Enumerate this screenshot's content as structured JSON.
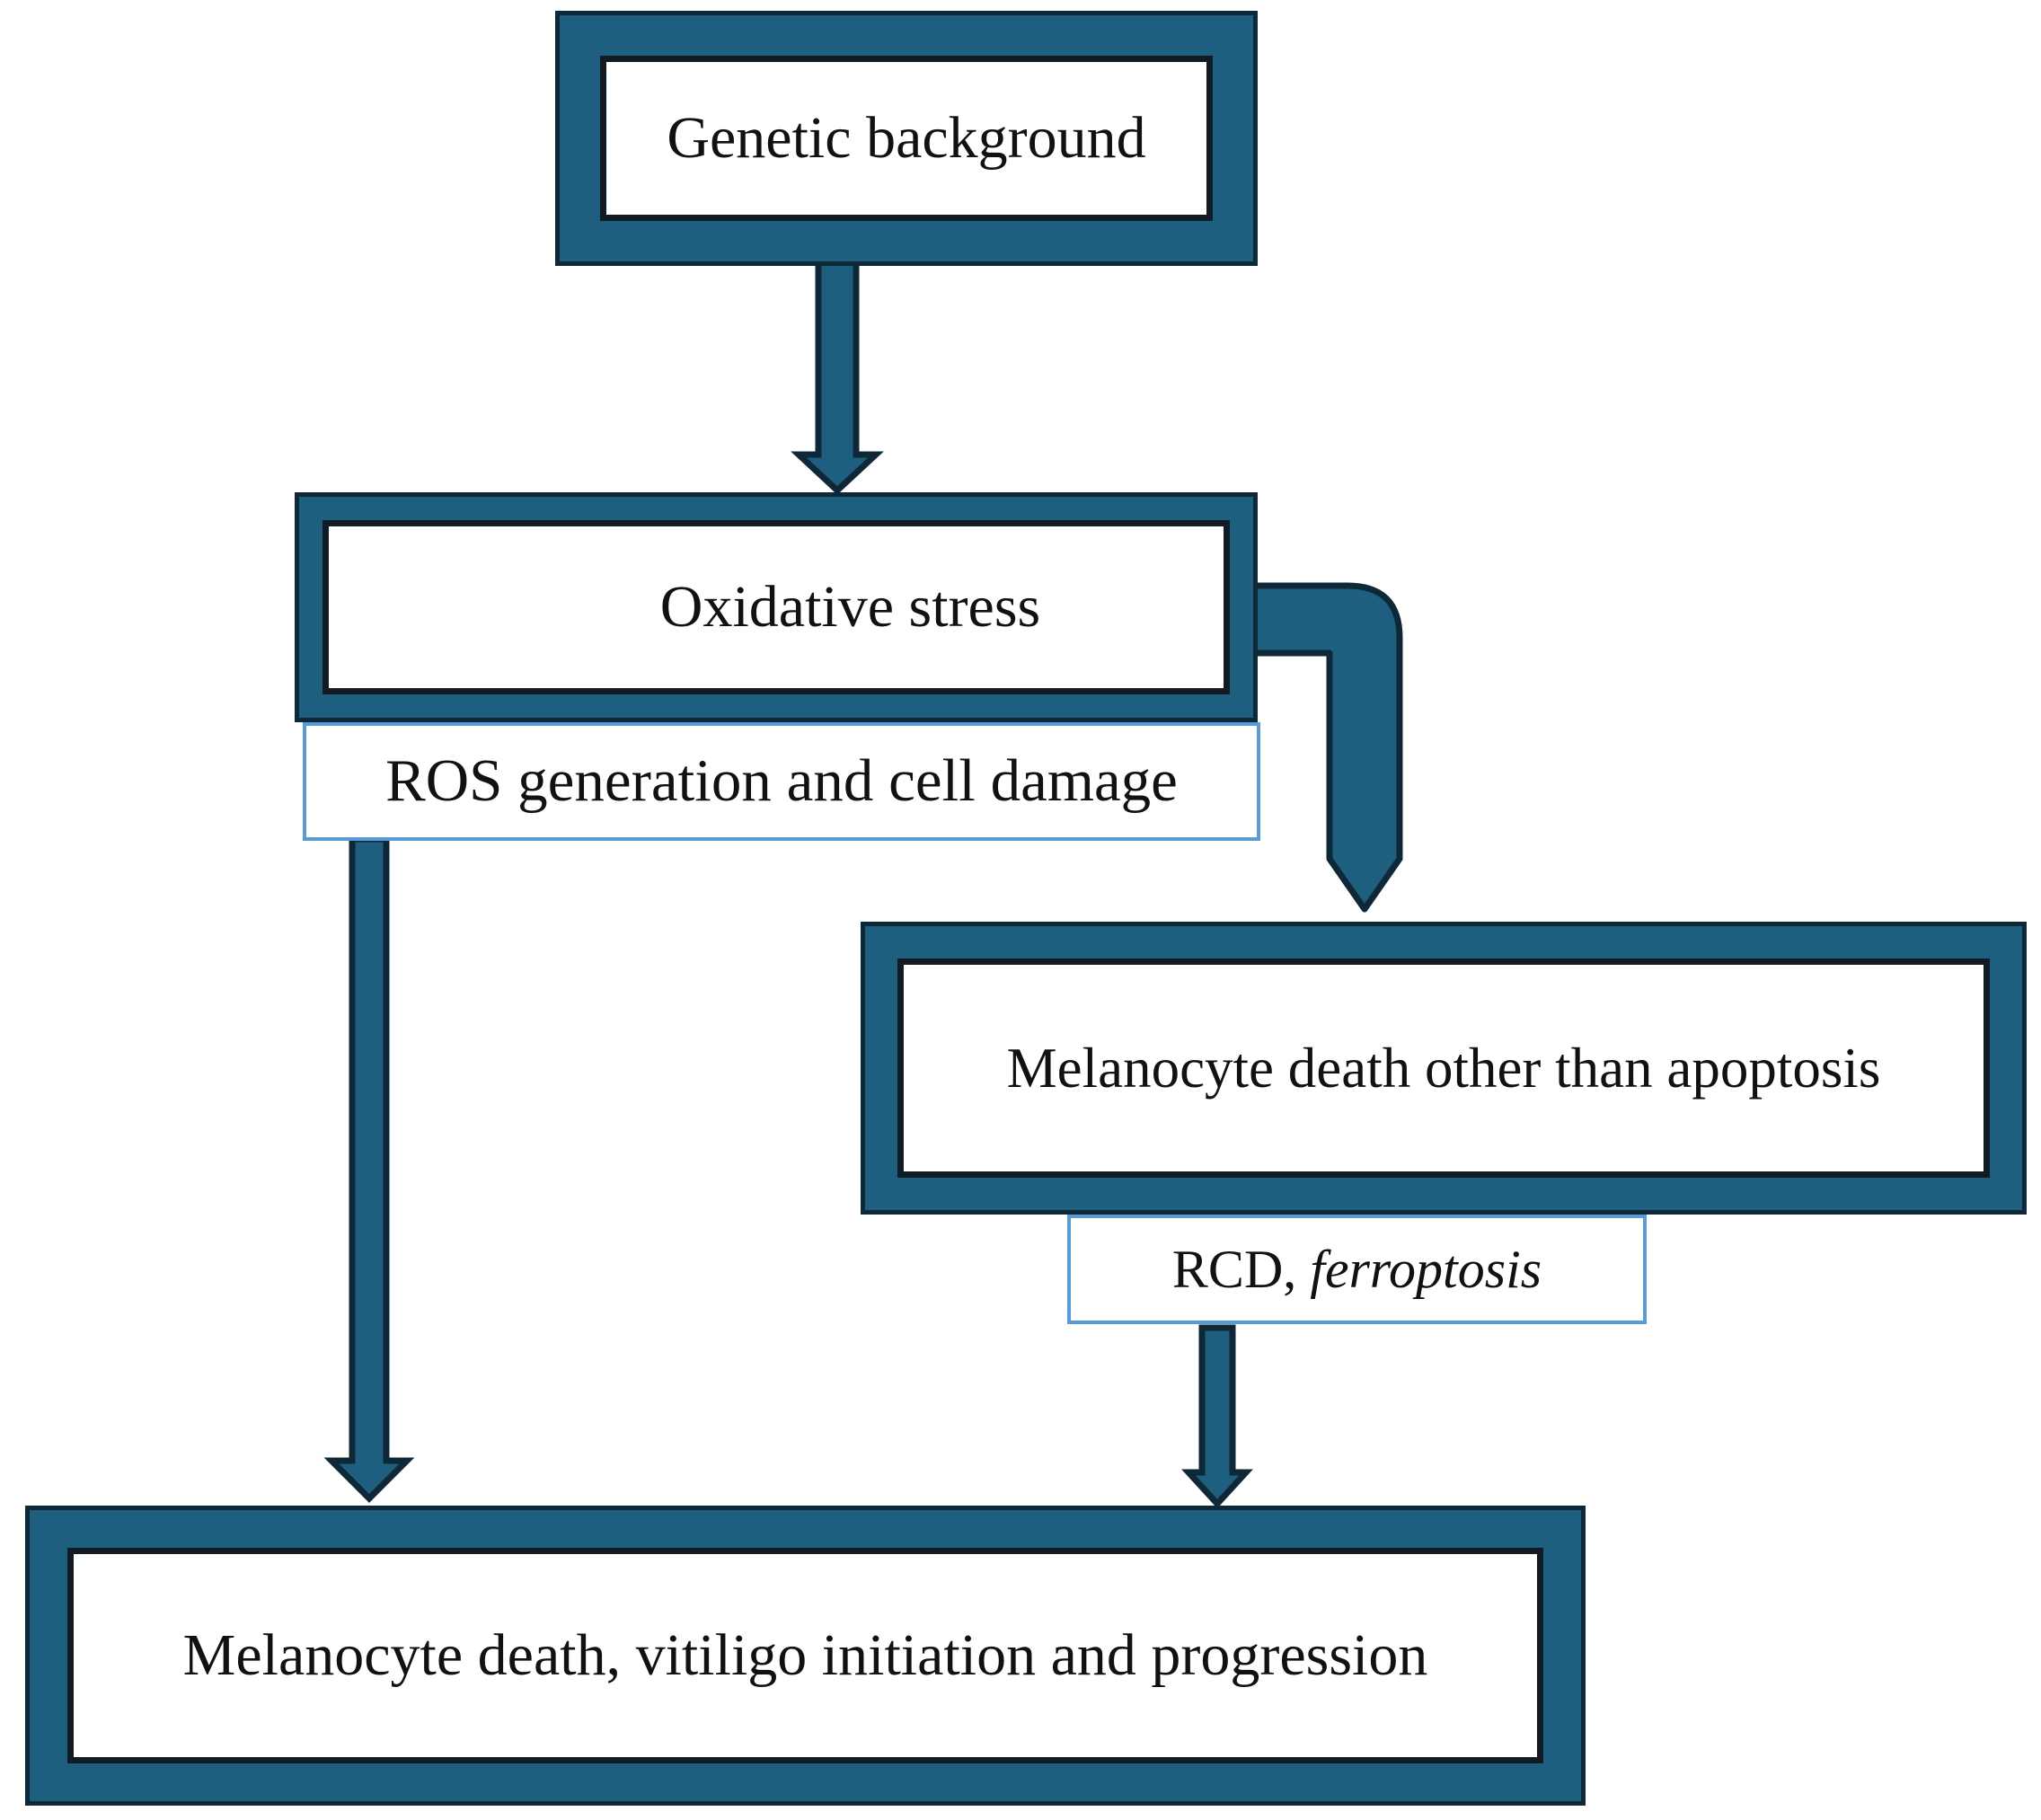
{
  "colors": {
    "teal": "#1E5E7E",
    "outline": "#0F2837",
    "inner": "#101B23",
    "blue": "#5B9BD5",
    "text": "#111111",
    "bg": "#FFFFFF"
  },
  "nodes": {
    "genetic": {
      "label": "Genetic background"
    },
    "oxidative": {
      "label": "Oxidative stress"
    },
    "ros": {
      "label": "ROS generation and cell damage"
    },
    "melanocyte_death": {
      "label": "Melanocyte death other than apoptosis"
    },
    "rcd": {
      "text": "RCD, ",
      "italic": "ferroptosis"
    },
    "outcome": {
      "label": "Melanocyte death, vitiligo initiation and progression"
    }
  },
  "arrows": [
    {
      "name": "genetic-to-oxidative",
      "from": "Genetic background",
      "to": "Oxidative stress"
    },
    {
      "name": "oxidative-to-melanocyte-death",
      "from": "Oxidative stress",
      "to": "Melanocyte death other than apoptosis"
    },
    {
      "name": "ros-to-outcome",
      "from": "ROS generation and cell damage",
      "to": "Melanocyte death, vitiligo initiation and progression"
    },
    {
      "name": "rcd-to-outcome",
      "from": "RCD, ferroptosis",
      "to": "Melanocyte death, vitiligo initiation and progression"
    }
  ]
}
